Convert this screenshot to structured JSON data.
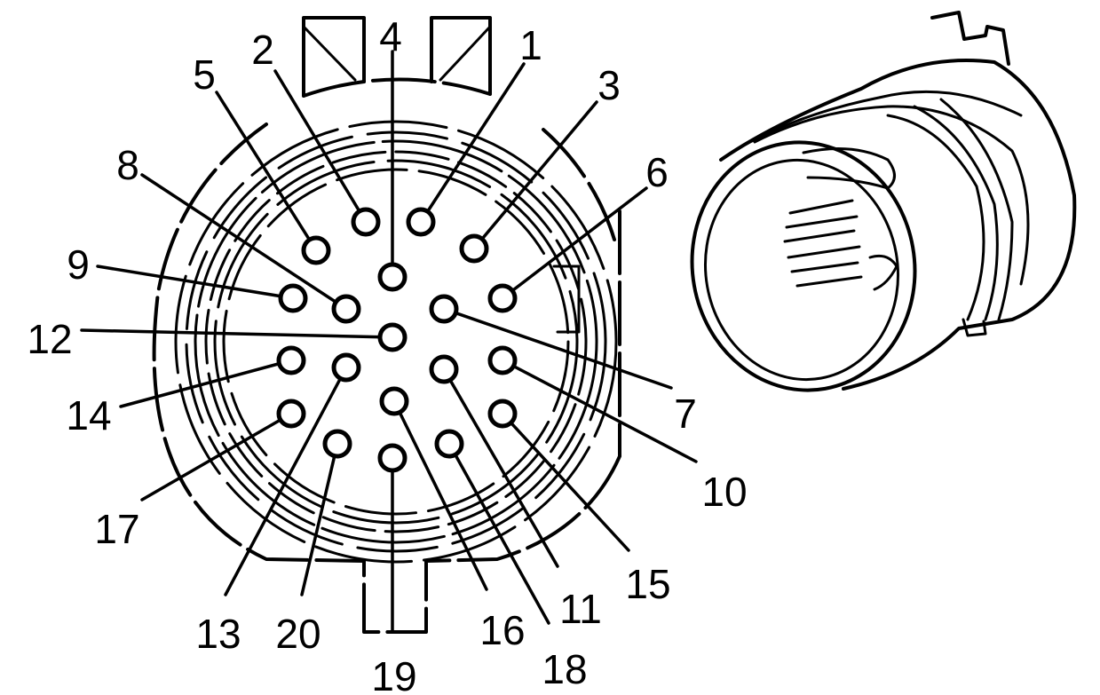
{
  "pins": [
    {
      "label": "1"
    },
    {
      "label": "2"
    },
    {
      "label": "3"
    },
    {
      "label": "4"
    },
    {
      "label": "5"
    },
    {
      "label": "6"
    },
    {
      "label": "7"
    },
    {
      "label": "8"
    },
    {
      "label": "9"
    },
    {
      "label": "10"
    },
    {
      "label": "11"
    },
    {
      "label": "12"
    },
    {
      "label": "13"
    },
    {
      "label": "14"
    },
    {
      "label": "15"
    },
    {
      "label": "16"
    },
    {
      "label": "17"
    },
    {
      "label": "18"
    },
    {
      "label": "19"
    },
    {
      "label": "20"
    }
  ],
  "colors": {
    "line": "#000000",
    "background": "#ffffff"
  }
}
